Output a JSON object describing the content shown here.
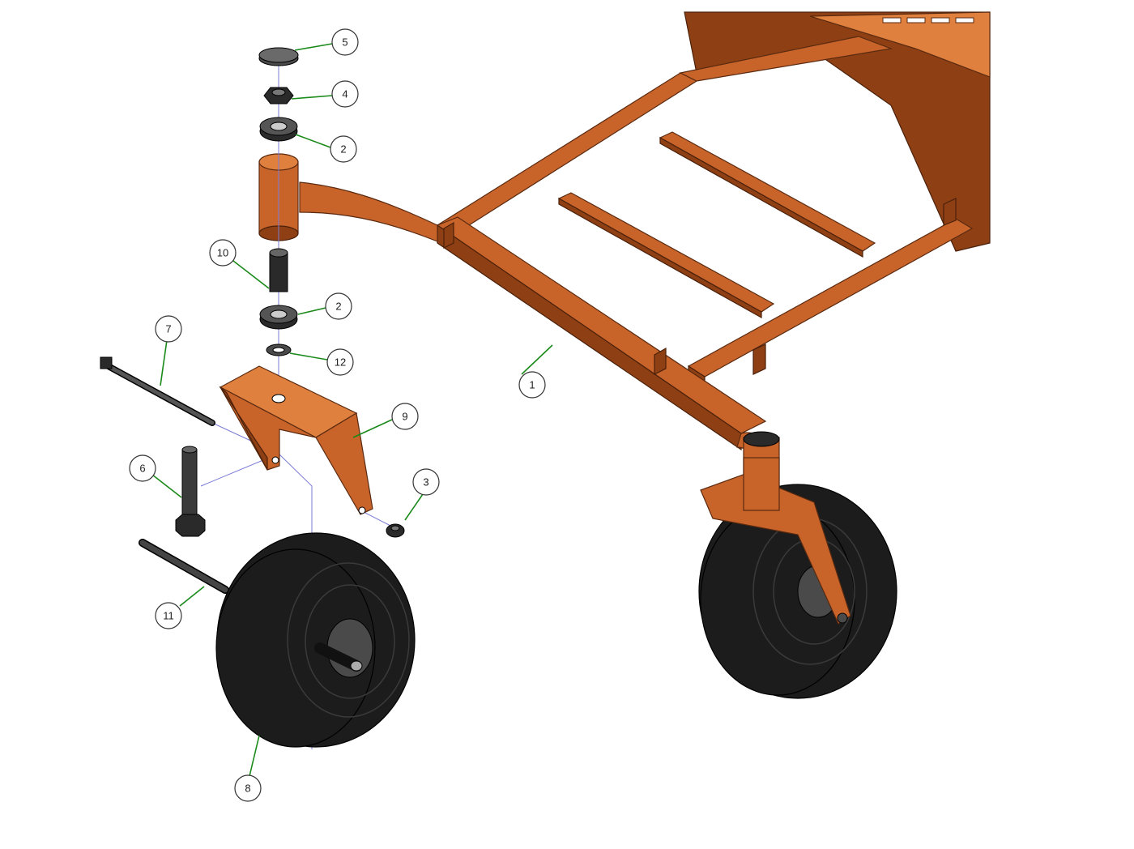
{
  "callouts": [
    {
      "id": "c1",
      "label": "1"
    },
    {
      "id": "c2a",
      "label": "2"
    },
    {
      "id": "c2b",
      "label": "2"
    },
    {
      "id": "c3",
      "label": "3"
    },
    {
      "id": "c4",
      "label": "4"
    },
    {
      "id": "c5",
      "label": "5"
    },
    {
      "id": "c6",
      "label": "6"
    },
    {
      "id": "c7",
      "label": "7"
    },
    {
      "id": "c8",
      "label": "8"
    },
    {
      "id": "c9",
      "label": "9"
    },
    {
      "id": "c10",
      "label": "10"
    },
    {
      "id": "c11",
      "label": "11"
    },
    {
      "id": "c12",
      "label": "12"
    }
  ],
  "colors": {
    "frame": "#c8642a",
    "leader": "#1a8a1a",
    "axis": "#7b7bd6",
    "tire": "#1c1c1c"
  }
}
